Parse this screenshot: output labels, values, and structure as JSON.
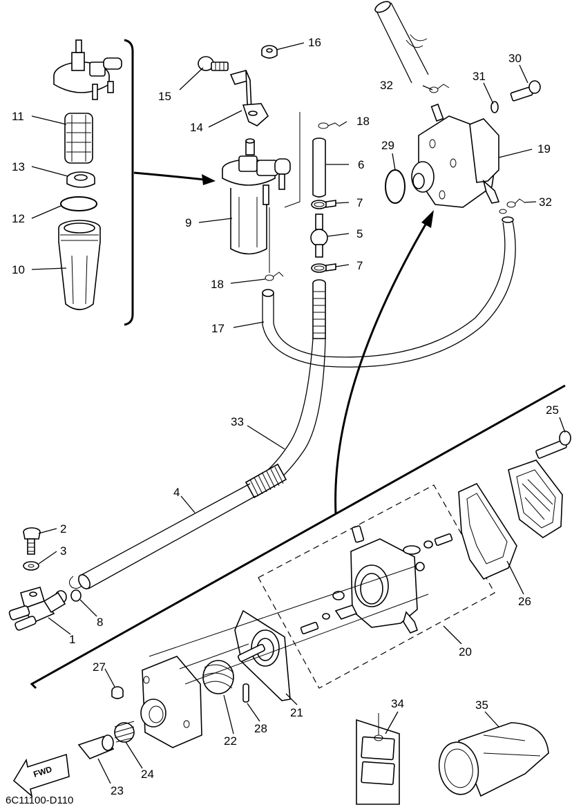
{
  "diagram_code": "6C11100-D110",
  "fwd_label": "FWD",
  "callouts": {
    "c1": "1",
    "c2": "2",
    "c3": "3",
    "c4": "4",
    "c5": "5",
    "c6": "6",
    "c7a": "7",
    "c7b": "7",
    "c8": "8",
    "c9": "9",
    "c10": "10",
    "c11": "11",
    "c12": "12",
    "c13": "13",
    "c14": "14",
    "c15": "15",
    "c16": "16",
    "c17": "17",
    "c18a": "18",
    "c18b": "18",
    "c19": "19",
    "c20": "20",
    "c21": "21",
    "c22": "22",
    "c23": "23",
    "c24": "24",
    "c25": "25",
    "c26": "26",
    "c27": "27",
    "c28": "28",
    "c29": "29",
    "c30": "30",
    "c31": "31",
    "c32a": "32",
    "c32b": "32",
    "c33": "33",
    "c34": "34",
    "c35": "35"
  }
}
